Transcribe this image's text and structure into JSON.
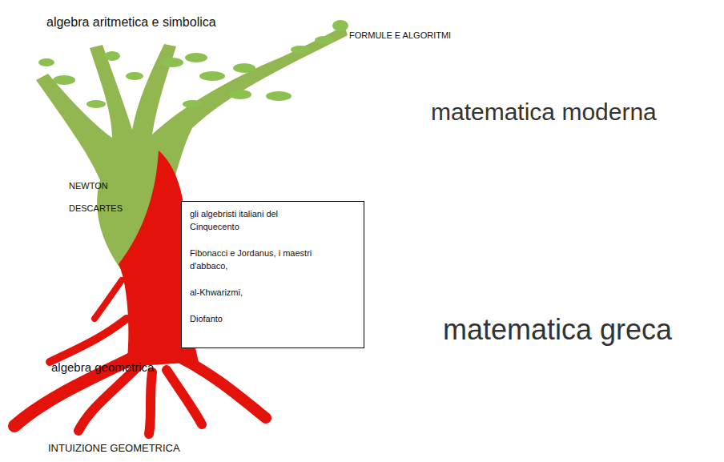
{
  "diagram": {
    "nodes": [
      {
        "text": [
          "gli algebristi italiani del Cinquecento",
          "Fibonacci e Jordanus, i maestri d'abbaco,",
          "al-Khwarizmi,",
          "Diofanto"
        ]
      }
    ],
    "labels": [
      "algebra aritmetica e simbolica",
      "FORMULE E ALGORITMI",
      "matematica moderna",
      "NEWTON",
      "DESCARTES",
      "matematica greca",
      "algebra geometrica",
      "INTUIZIONE GEOMETRICA"
    ]
  }
}
